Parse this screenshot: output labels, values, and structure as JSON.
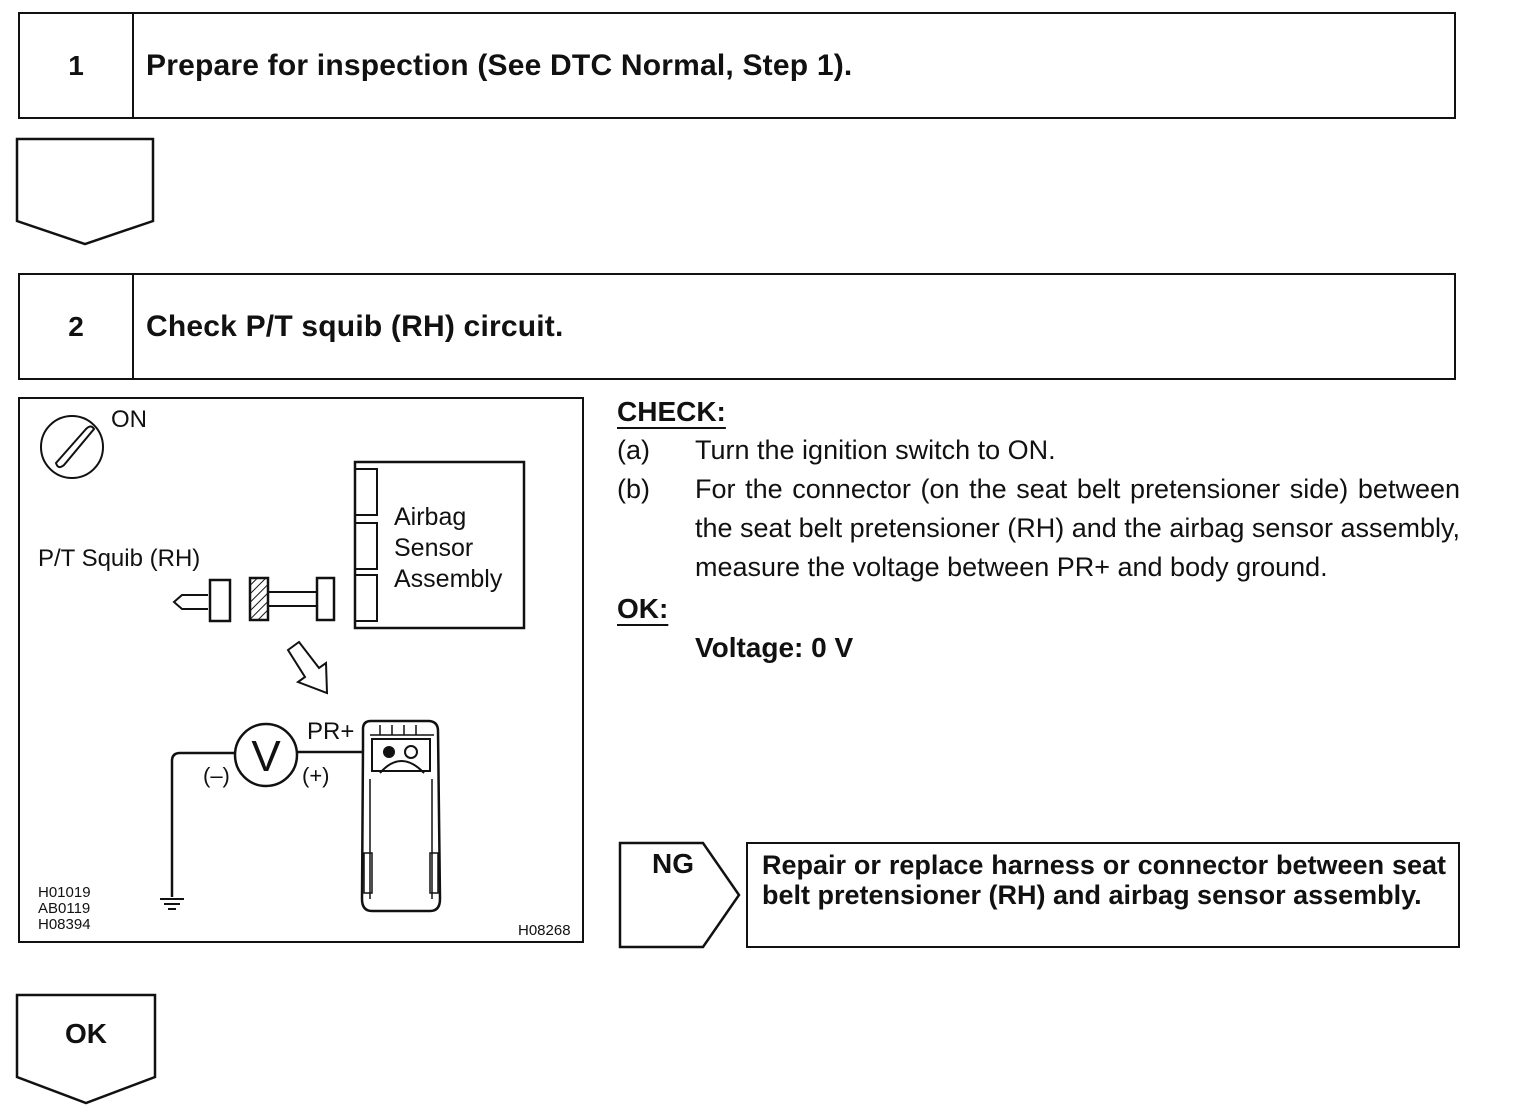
{
  "steps": [
    {
      "number": "1",
      "title": "Prepare for inspection (See DTC Normal, Step 1)."
    },
    {
      "number": "2",
      "title": "Check P/T squib (RH) circuit."
    }
  ],
  "diagram": {
    "switch_label": "ON",
    "squib_label": "P/T Squib (RH)",
    "sensor_label_1": "Airbag",
    "sensor_label_2": "Sensor",
    "sensor_label_3": "Assembly",
    "meter_symbol": "V",
    "terminal_label": "PR+",
    "negative_label": "(–)",
    "positive_label": "(+)",
    "ref_code_1": "H01019",
    "ref_code_2": "AB0119",
    "ref_code_3": "H08394",
    "ref_code_4": "H08268"
  },
  "check": {
    "heading": "CHECK:",
    "items": [
      {
        "label": "(a)",
        "text": "Turn the ignition switch to ON."
      },
      {
        "label": "(b)",
        "text": "For the connector (on the seat belt pretensioner side) between the seat belt pretensioner (RH) and the airbag sensor assembly, measure the voltage between PR+ and body ground."
      }
    ],
    "ok_heading": "OK:",
    "ok_spec": "Voltage: 0 V"
  },
  "ng": {
    "label": "NG",
    "action": "Repair or replace harness or connector between seat belt pretensioner (RH) and airbag sensor assembly."
  },
  "ok": {
    "label": "OK"
  }
}
